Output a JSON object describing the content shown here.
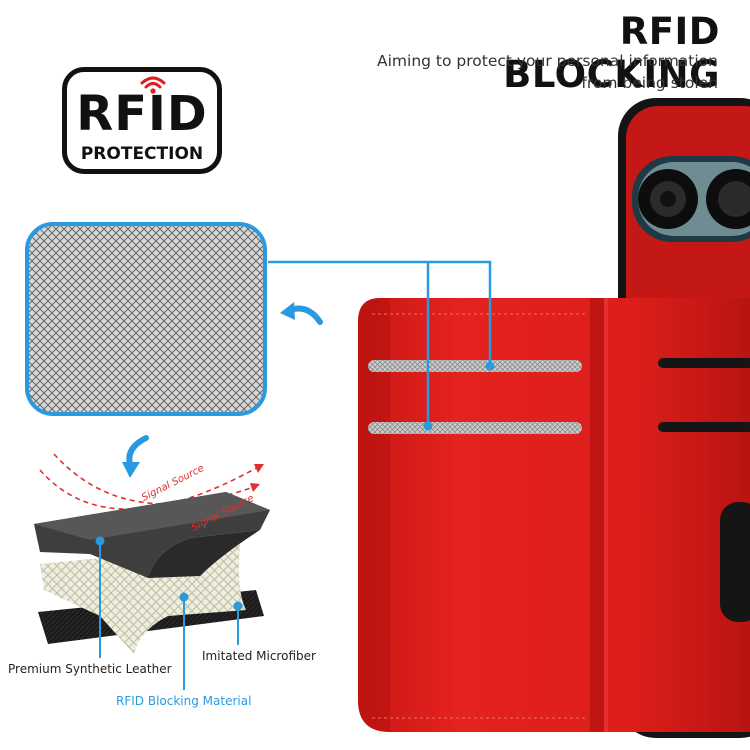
{
  "header": {
    "title": "RFID BLOCKING",
    "subtitle_line1": "Aiming to protect your personal information",
    "subtitle_line2": "from being stolen"
  },
  "badge": {
    "word": "RFID",
    "caption": "PROTECTION"
  },
  "layers": {
    "signal_label": "Signal Source",
    "signal_label_2": "Signal Source",
    "premium_label": "Premium Synthetic Leather",
    "microfiber_label": "Imitated Microfiber",
    "blocking_label": "RFID Blocking Material"
  },
  "icons": {
    "wifi": "wifi-signal-icon",
    "arrow_left": "curved-arrow-left-icon",
    "arrow_down": "curved-arrow-down-icon"
  },
  "colors": {
    "accent_blue": "#2a9ae0",
    "case_red": "#e0201e",
    "signal_red": "#e03030"
  }
}
